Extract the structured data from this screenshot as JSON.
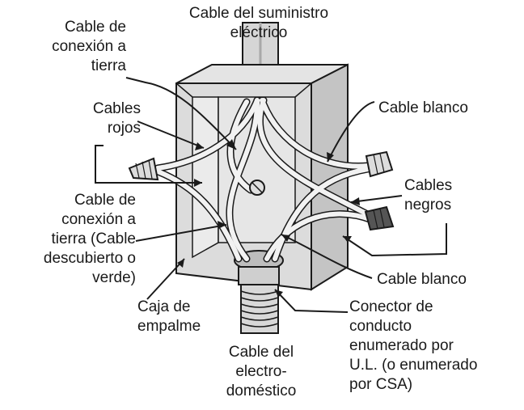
{
  "labels": {
    "supply_cable": [
      "Cable del suministro",
      "eléctrico"
    ],
    "ground_cable_top": [
      "Cable de",
      "conexión a",
      "tierra"
    ],
    "red_cables": [
      "Cables",
      "rojos"
    ],
    "white_cable_top": [
      "Cable blanco"
    ],
    "black_cables": [
      "Cables",
      "negros"
    ],
    "ground_cable_bottom": [
      "Cable de",
      "conexión a",
      "tierra (Cable",
      "descubierto o",
      "verde)"
    ],
    "white_cable_bottom": [
      "Cable blanco"
    ],
    "junction_box": [
      "Caja de",
      "empalme"
    ],
    "conduit_connector": [
      "Conector de",
      "conducto",
      "enumerado por",
      "U.L. (o enumerado",
      "por CSA)"
    ],
    "appliance_cable": [
      "Cable del",
      "electro-",
      "doméstico"
    ]
  },
  "colors": {
    "line": "#1a1a1a",
    "box_face": "#dcdcdc",
    "box_side": "#c4c4c4",
    "box_inner": "#ebebeb",
    "wire": "#f2f2f2"
  }
}
